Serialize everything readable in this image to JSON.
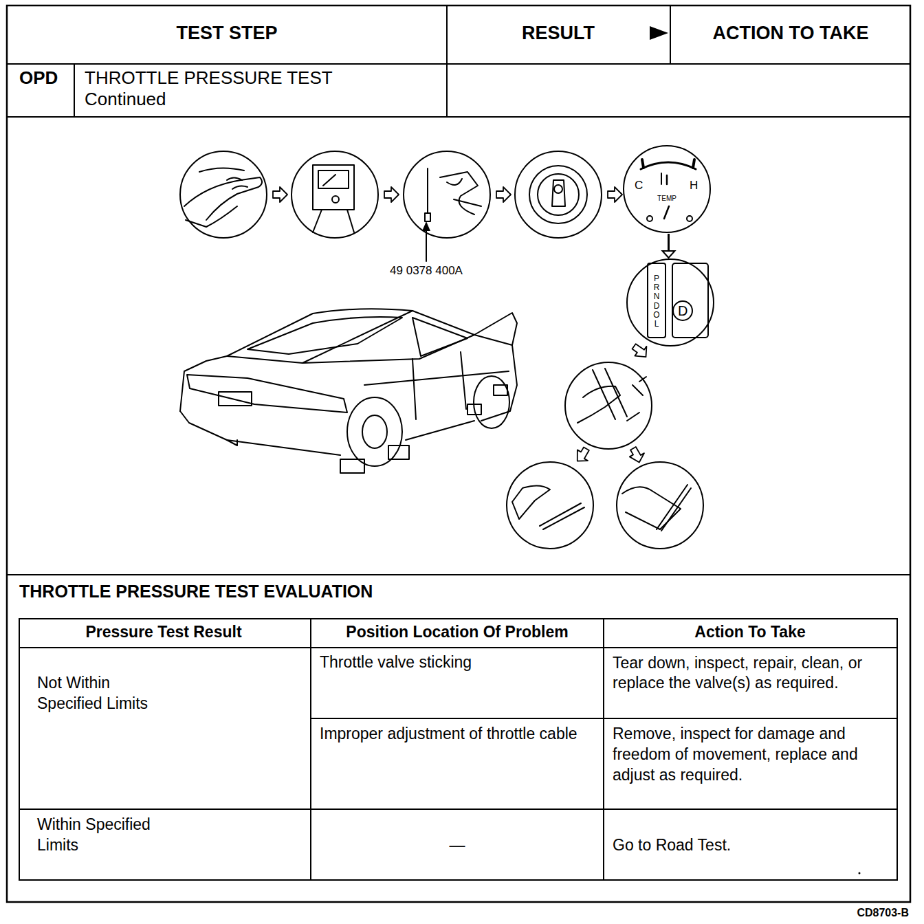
{
  "diagram": {
    "nodes": [
      {
        "text": [
          "C",
          "H",
          "TEMP"
        ]
      },
      {
        "text": [
          "PRNDOL",
          "D"
        ]
      }
    ],
    "edges": [
      {
        "from": 0,
        "to": 1,
        "arrow": "to"
      }
    ],
    "labels": [
      "TEST STEP",
      "RESULT",
      "ACTION TO TAKE",
      "OPD",
      "THROTTLE PRESSURE TEST",
      "Continued",
      "49 0378 400A",
      "THROTTLE PRESSURE TEST EVALUATION",
      "Pressure Test Result",
      "Position Location Of Problem",
      "Action To Take",
      "Not Within Specified Limits",
      "Throttle valve sticking",
      "Tear down, inspect, repair, clean, or replace the valve(s) as required.",
      "Improper adjustment of throttle cable",
      "Remove, inspect for damage and freedom of movement, replace and adjust as required.",
      "Within Specified Limits",
      "—",
      "Go to Road Test.",
      "CD8703-B"
    ]
  }
}
